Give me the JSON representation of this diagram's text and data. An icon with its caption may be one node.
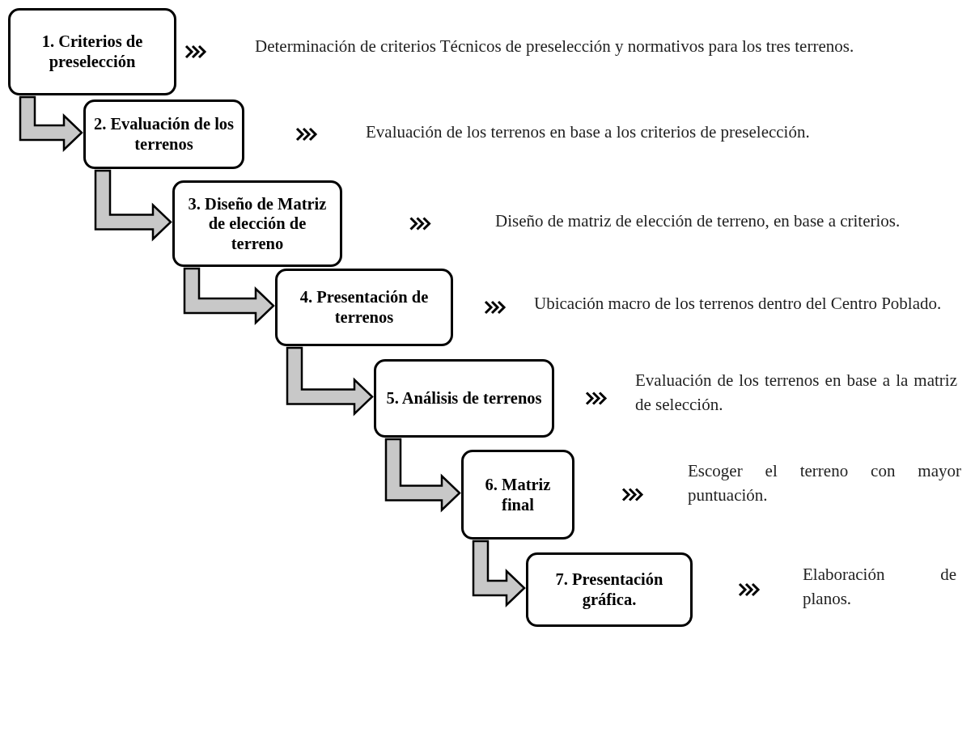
{
  "diagram": {
    "nodes": [
      {
        "text": [
          "1. Criterios de preselección"
        ]
      },
      {
        "text": [
          "2. Evaluación de los terrenos"
        ]
      },
      {
        "text": [
          "3. Diseño de Matriz de elección de terreno"
        ]
      },
      {
        "text": [
          "4. Presentación de terrenos"
        ]
      },
      {
        "text": [
          "5. Análisis de terrenos"
        ]
      },
      {
        "text": [
          "6. Matriz final"
        ]
      },
      {
        "text": [
          "7. Presentación gráfica."
        ]
      },
      {
        "text": [
          "Determinación de criterios Técnicos de preselección y normativos para los tres terrenos."
        ]
      },
      {
        "text": [
          "Evaluación de los terrenos en base a los criterios de preselección."
        ]
      },
      {
        "text": [
          "Diseño de matriz de elección de terreno, en base a criterios."
        ]
      },
      {
        "text": [
          "Ubicación macro de los terrenos dentro del Centro Poblado."
        ]
      },
      {
        "text": [
          "Evaluación de los terrenos en base a la matriz de selección."
        ]
      },
      {
        "text": [
          "Escoger el terreno con mayor puntuación."
        ]
      },
      {
        "text": [
          "Elaboración de planos."
        ]
      }
    ],
    "edges": [
      {
        "from": 0,
        "to": 7,
        "arrow": "to"
      },
      {
        "from": 1,
        "to": 8,
        "arrow": "to"
      },
      {
        "from": 2,
        "to": 9,
        "arrow": "to"
      },
      {
        "from": 3,
        "to": 10,
        "arrow": "to"
      },
      {
        "from": 4,
        "to": 11,
        "arrow": "to"
      },
      {
        "from": 5,
        "to": 12,
        "arrow": "to"
      },
      {
        "from": 6,
        "to": 13,
        "arrow": "to"
      },
      {
        "from": 0,
        "to": 1,
        "arrow": "to",
        "style": "thick"
      },
      {
        "from": 1,
        "to": 2,
        "arrow": "to",
        "style": "thick"
      },
      {
        "from": 2,
        "to": 3,
        "arrow": "to",
        "style": "thick"
      },
      {
        "from": 3,
        "to": 4,
        "arrow": "to",
        "style": "thick"
      },
      {
        "from": 4,
        "to": 5,
        "arrow": "to",
        "style": "thick"
      },
      {
        "from": 5,
        "to": 6,
        "arrow": "to",
        "style": "thick"
      }
    ]
  }
}
